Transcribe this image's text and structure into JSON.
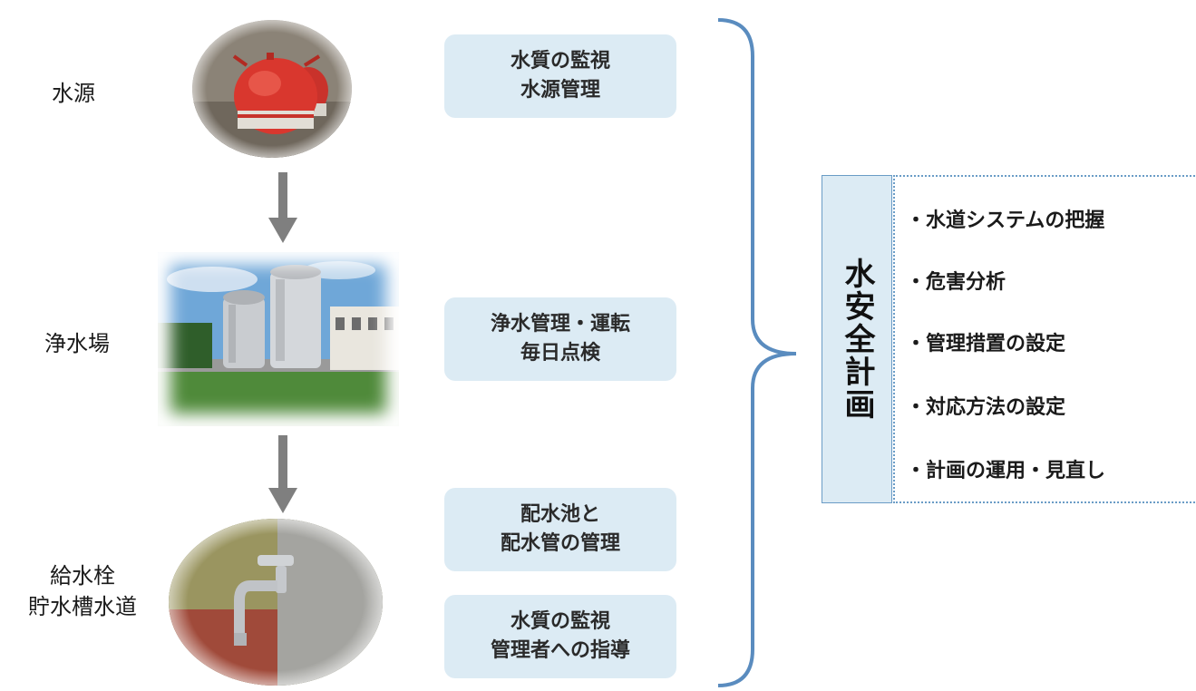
{
  "stages": [
    {
      "label_lines": [
        "水源"
      ]
    },
    {
      "label_lines": [
        "浄水場"
      ]
    },
    {
      "label_lines": [
        "給水栓",
        "貯水槽水道"
      ]
    }
  ],
  "actions": [
    {
      "lines": [
        "水質の監視",
        "水源管理"
      ]
    },
    {
      "lines": [
        "浄水管理・運転",
        "毎日点検"
      ]
    },
    {
      "lines": [
        "配水池と",
        "配水管の管理"
      ]
    },
    {
      "lines": [
        "水質の監視",
        "管理者への指導"
      ]
    }
  ],
  "plan": {
    "title": "水安全計画",
    "items": [
      "・水道システムの把握",
      "・危害分析",
      "・管理措置の設定",
      "・対応方法の設定",
      "・計画の運用・見直し"
    ]
  },
  "colors": {
    "box_fill": "#dcebf4",
    "brace": "#5a8cbf",
    "arrow": "#7f7f7f",
    "plan_border": "#6a9cc6"
  }
}
